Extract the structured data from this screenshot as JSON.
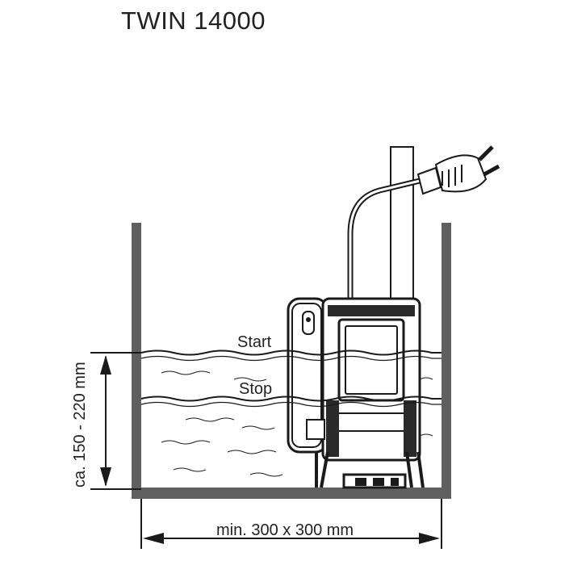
{
  "title": "TWIN 14000",
  "labels": {
    "start": "Start",
    "stop": "Stop",
    "depth_range": "ca. 150 - 220 mm",
    "min_size": "min. 300 x 300 mm"
  },
  "colors": {
    "wall": "#5f5f5f",
    "line": "#1a1a1a",
    "pump": "#2a2a2a"
  }
}
